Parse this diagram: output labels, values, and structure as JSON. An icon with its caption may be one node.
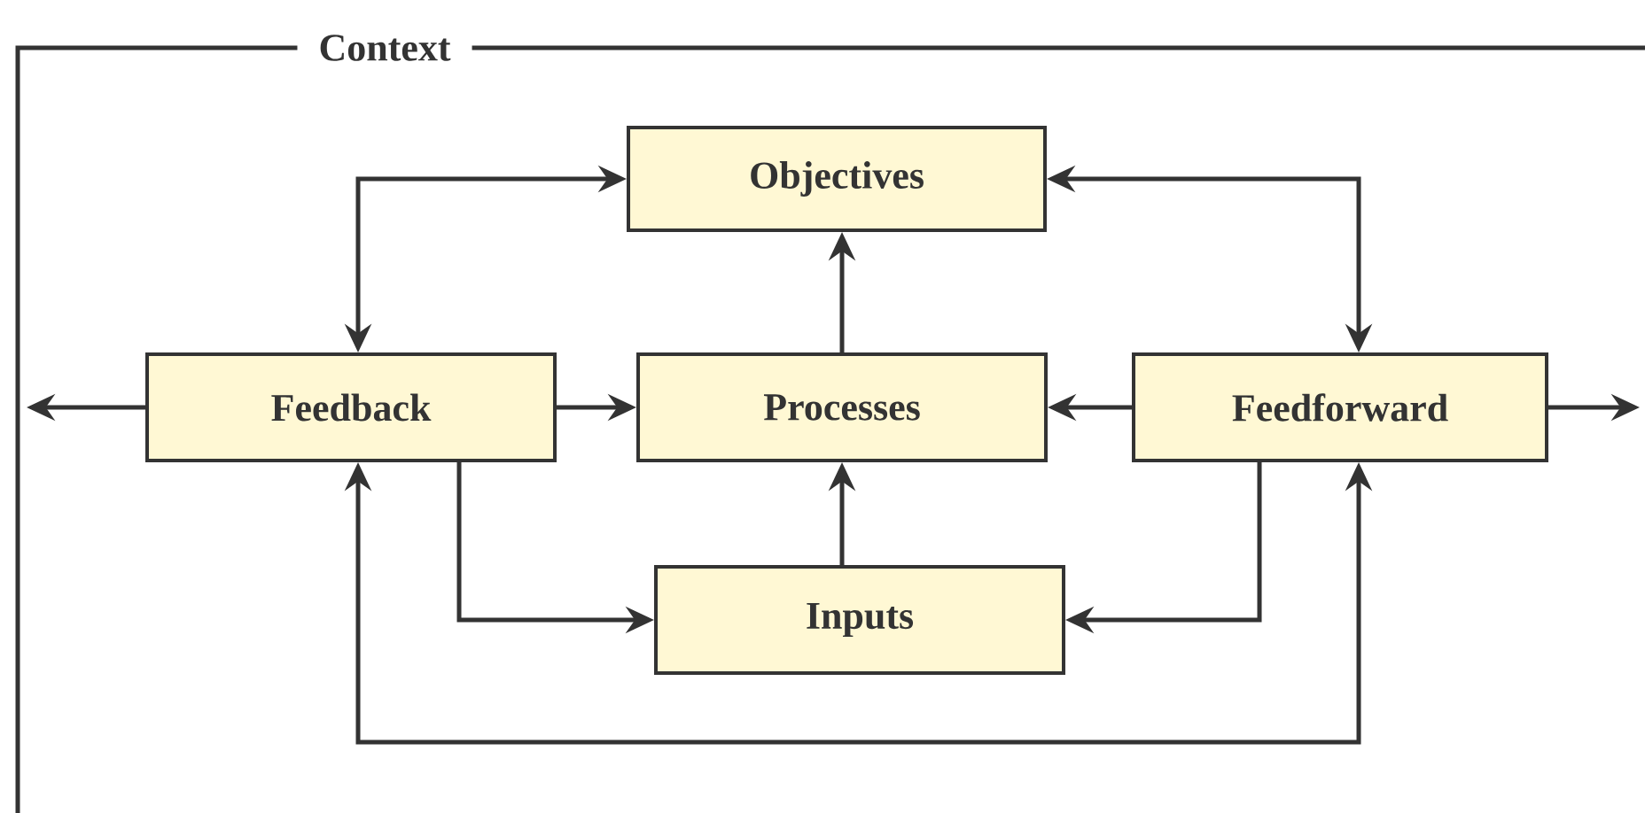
{
  "diagram": {
    "nodes": [
      {
        "text": [
          "Context"
        ]
      },
      {
        "text": [
          "Objectives"
        ],
        "in": 0
      },
      {
        "text": [
          "Feedback"
        ],
        "in": 0
      },
      {
        "text": [
          "Processes"
        ],
        "in": 0
      },
      {
        "text": [
          "Feedforward"
        ],
        "in": 0
      },
      {
        "text": [
          "Inputs"
        ],
        "in": 0
      }
    ],
    "edges": [
      {
        "from": 2,
        "to": 1,
        "arrow": "both"
      },
      {
        "from": 1,
        "to": 4,
        "arrow": "both"
      },
      {
        "from": 3,
        "to": 1,
        "arrow": "to"
      },
      {
        "from": 2,
        "to": 3,
        "arrow": "to"
      },
      {
        "from": 4,
        "to": 3,
        "arrow": "to"
      },
      {
        "from": 5,
        "to": 3,
        "arrow": "to"
      },
      {
        "from": 2,
        "to": 5,
        "arrow": "to"
      },
      {
        "from": 4,
        "to": 5,
        "arrow": "to"
      },
      {
        "from": 2,
        "to": 4,
        "arrow": "both"
      },
      {
        "from": 2,
        "to": null,
        "arrow": "to"
      },
      {
        "from": 4,
        "to": null,
        "arrow": "to"
      }
    ]
  }
}
